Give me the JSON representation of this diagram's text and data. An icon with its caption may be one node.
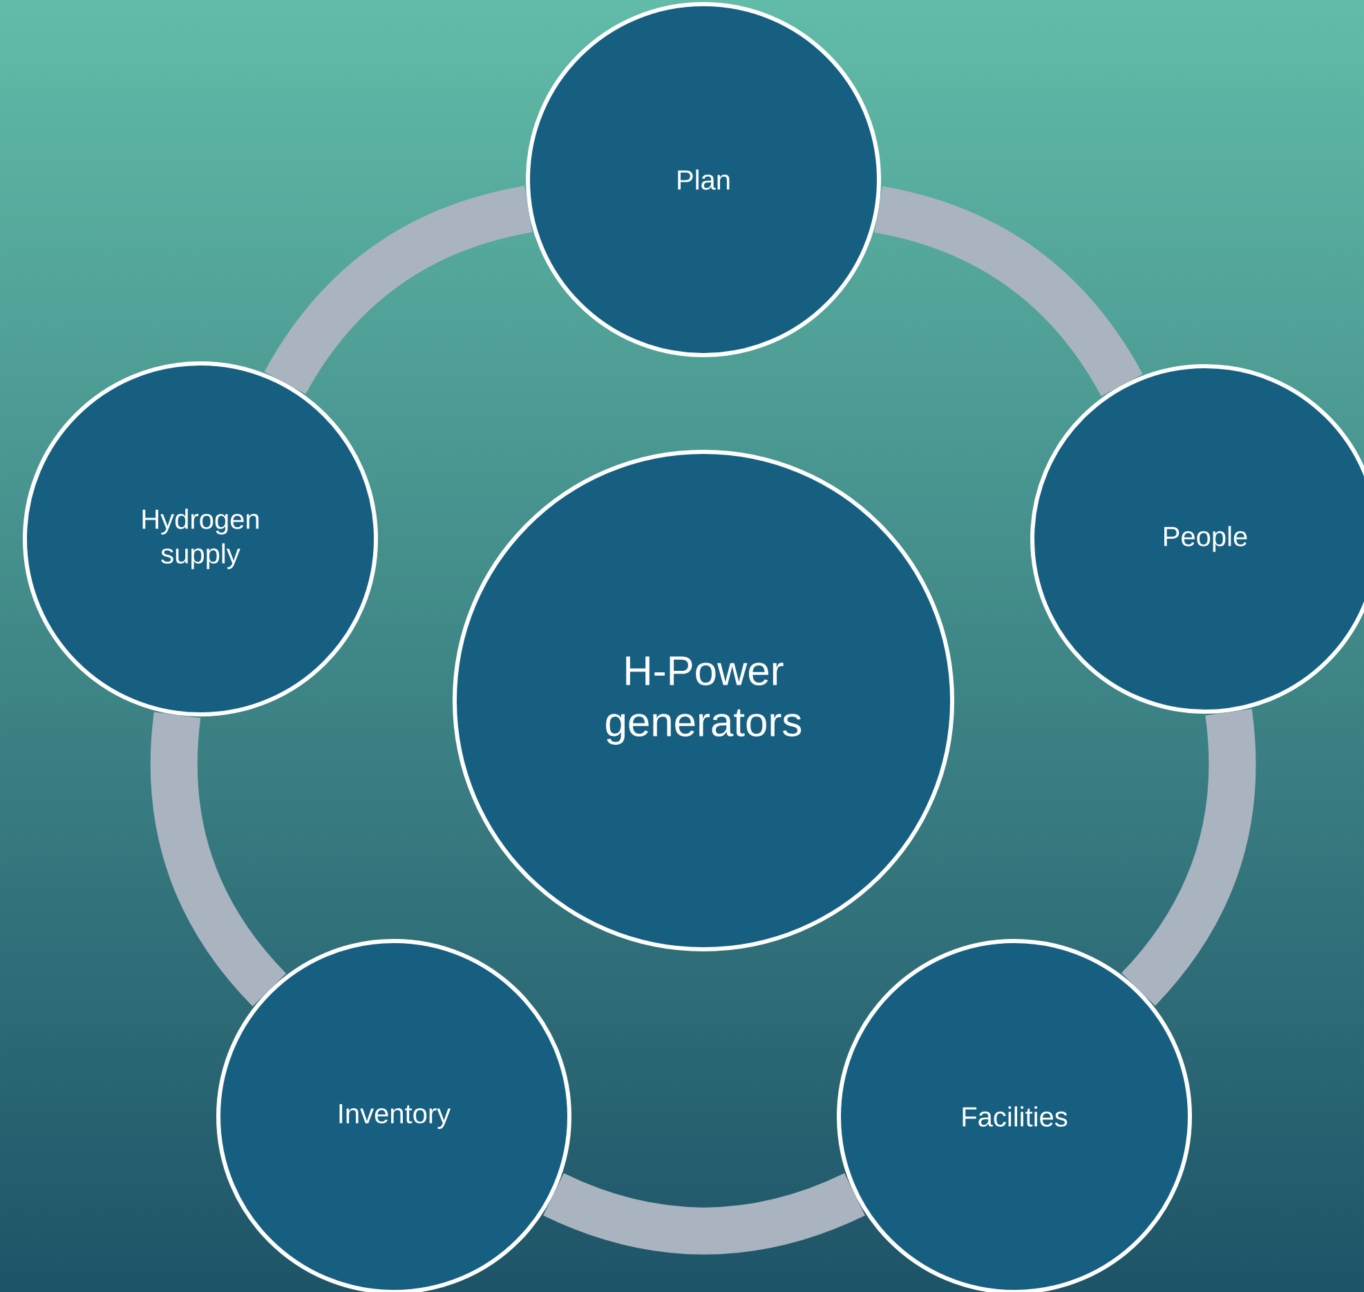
{
  "diagram": {
    "nodes": [
      {
        "text": [
          "H-Power generators"
        ]
      },
      {
        "text": [
          "Plan"
        ]
      },
      {
        "text": [
          "People"
        ]
      },
      {
        "text": [
          "Facilities"
        ]
      },
      {
        "text": [
          "Inventory"
        ]
      },
      {
        "text": [
          "Hydrogen supply"
        ]
      }
    ],
    "edges": [
      {
        "from": 1,
        "to": 2,
        "arrow": "none"
      },
      {
        "from": 2,
        "to": 3,
        "arrow": "none"
      },
      {
        "from": 3,
        "to": 4,
        "arrow": "none"
      },
      {
        "from": 4,
        "to": 5,
        "arrow": "none"
      },
      {
        "from": 5,
        "to": 1,
        "arrow": "none"
      }
    ]
  }
}
